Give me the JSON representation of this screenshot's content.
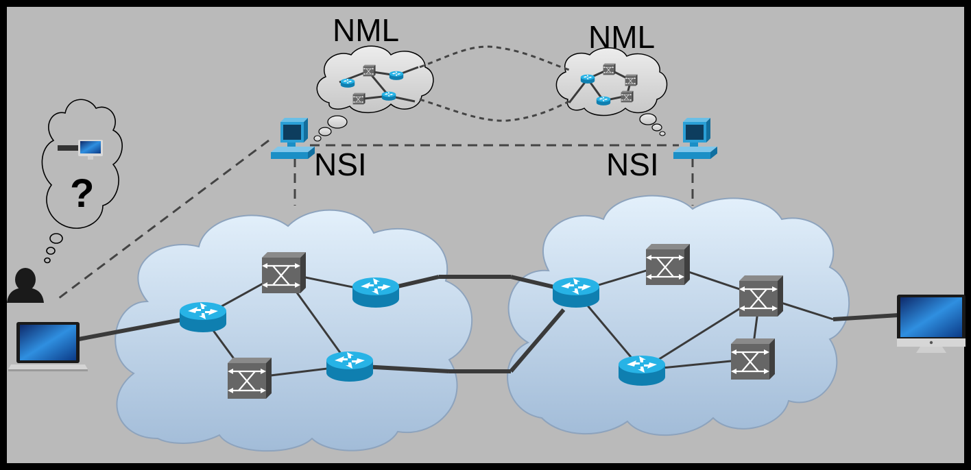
{
  "labels": {
    "nml_left": "NML",
    "nml_right": "NML",
    "nsi_left": "NSI",
    "nsi_right": "NSI",
    "question": "?"
  },
  "colors": {
    "background": "#bababa",
    "frame": "#000000",
    "cloud_fill_top": "#e3f0fb",
    "cloud_fill_bottom": "#a2bcd8",
    "router_blue": "#1aa0d6",
    "switch_gray": "#5f5f5f",
    "link": "#3a3a3a",
    "dashed": "#444444"
  },
  "icons": [
    "user-icon",
    "laptop-icon",
    "imac-icon",
    "router-icon",
    "switch-icon",
    "workstation-icon",
    "thought-cloud-icon"
  ]
}
